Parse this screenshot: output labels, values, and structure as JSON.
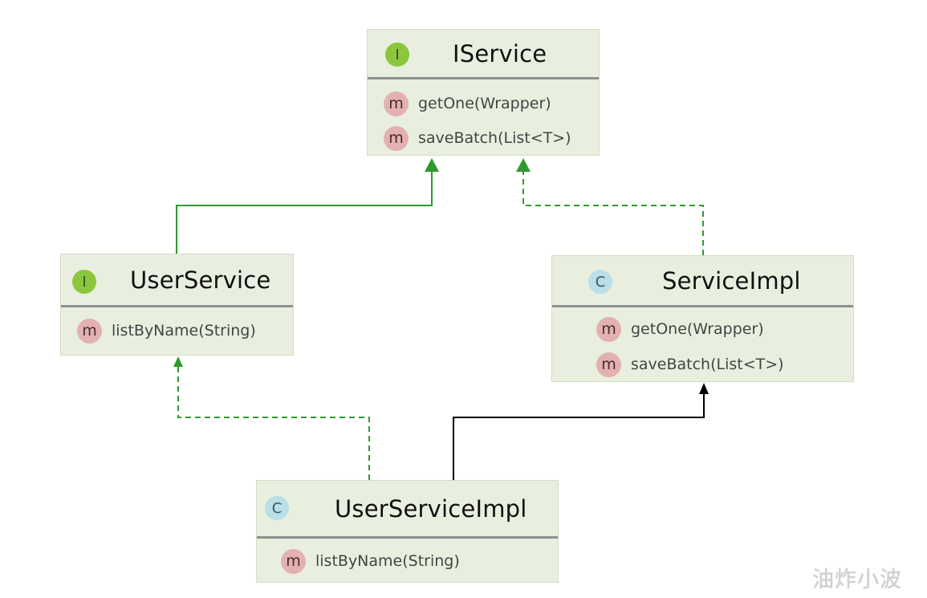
{
  "diagram": {
    "nodes": {
      "iservice": {
        "badge": "I",
        "title": "IService",
        "methods": [
          {
            "badge": "m",
            "signature": "getOne(Wrapper)"
          },
          {
            "badge": "m",
            "signature": "saveBatch(List<T>)"
          }
        ]
      },
      "userservice": {
        "badge": "I",
        "title": "UserService",
        "methods": [
          {
            "badge": "m",
            "signature": "listByName(String)"
          }
        ]
      },
      "serviceimpl": {
        "badge": "C",
        "title": "ServiceImpl",
        "methods": [
          {
            "badge": "m",
            "signature": "getOne(Wrapper)"
          },
          {
            "badge": "m",
            "signature": "saveBatch(List<T>)"
          }
        ]
      },
      "userserviceimpl": {
        "badge": "C",
        "title": "UserServiceImpl",
        "methods": [
          {
            "badge": "m",
            "signature": "listByName(String)"
          }
        ]
      }
    },
    "relations": [
      {
        "from": "UserService",
        "to": "IService",
        "kind": "extends",
        "style": "solid",
        "color": "#2e9a2e"
      },
      {
        "from": "ServiceImpl",
        "to": "IService",
        "kind": "implements",
        "style": "dashed",
        "color": "#2e9a2e"
      },
      {
        "from": "UserServiceImpl",
        "to": "UserService",
        "kind": "implements",
        "style": "dashed",
        "color": "#2e9a2e"
      },
      {
        "from": "UserServiceImpl",
        "to": "ServiceImpl",
        "kind": "extends",
        "style": "solid",
        "color": "#000000"
      }
    ]
  },
  "colors": {
    "box_fill": "#e9efdf",
    "interface_badge": "#8cc63f",
    "class_badge": "#b9dfe7",
    "method_badge": "#e3b1b1",
    "green_edge": "#2e9a2e",
    "black_edge": "#000000"
  },
  "watermark": "油炸小波"
}
